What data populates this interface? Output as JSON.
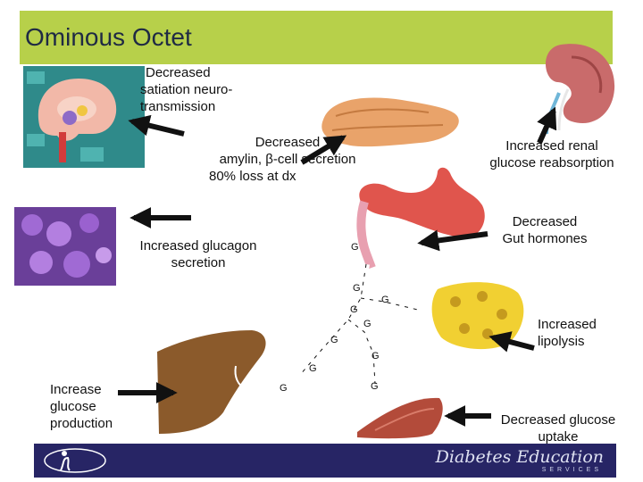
{
  "title": "Ominous Octet",
  "labels": {
    "satiation": [
      "Decreased",
      "satiation neuro-",
      "transmission"
    ],
    "amylin": [
      "Decreased",
      "amylin, β-cell secretion",
      "80% loss at dx"
    ],
    "renal": [
      "Increased  renal",
      "glucose reabsorption"
    ],
    "gut": [
      "Decreased",
      "Gut hormones"
    ],
    "glucagon": [
      "Increased glucagon",
      "secretion"
    ],
    "lipolysis": [
      "Increased",
      "lipolysis"
    ],
    "hepatic": [
      "Increase",
      "glucose",
      "production"
    ],
    "uptake": [
      "Decreased glucose",
      "uptake"
    ]
  },
  "glucose_marker": "G",
  "footer": {
    "brand": "Diabetes Education",
    "sub": "SERVICES"
  },
  "colors": {
    "title_bar": "#b7d04a",
    "footer": "#272565",
    "arrow": "#111111",
    "liver": "#8b5a2b",
    "pancreas": "#e9a36a",
    "stomach": "#e0554d"
  }
}
